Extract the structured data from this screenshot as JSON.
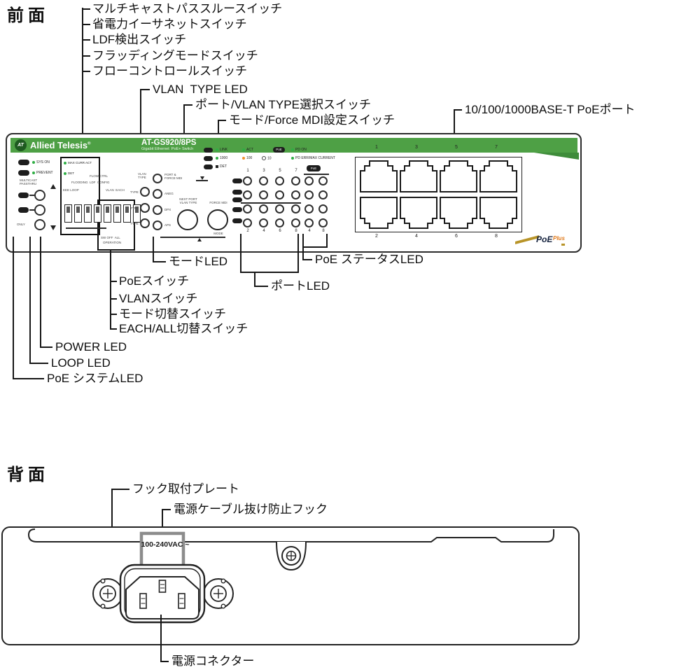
{
  "front": {
    "title": "前面",
    "callouts": {
      "top_switches": [
        "マルチキャストパススルースイッチ",
        "省電力イーサネットスイッチ",
        "LDF検出スイッチ",
        "フラッディングモードスイッチ",
        "フローコントロールスイッチ"
      ],
      "vlan_type_led": "VLAN  TYPE LED",
      "port_vlan_select": "ポート/VLAN TYPE選択スイッチ",
      "mode_force_mdi": "モード/Force MDI設定スイッチ",
      "poe_ports": "10/100/1000BASE-T PoEポート",
      "mode_led": "モードLED",
      "port_led": "ポートLED",
      "poe_status_led": "PoE ステータスLED",
      "switch_group": [
        "PoEスイッチ",
        "VLANスイッチ",
        "モード切替スイッチ",
        "EACH/ALL切替スイッチ"
      ],
      "power_led": "POWER LED",
      "loop_led": "LOOP LED",
      "poe_system_led": "PoE システムLED"
    },
    "device": {
      "brand": "Allied Telesis",
      "brand_reg": "®",
      "brand_mark": "AT",
      "model": "AT-GS920/8PS",
      "model_sub": "Gigabit Ethernet  PoE+ Switch",
      "left": {
        "sys": "SYS ON",
        "prevent": "PREVENT",
        "multi1": "MULTICAST",
        "multi2": "PASSTHRU",
        "only": "ONLY"
      },
      "panel_legend": {
        "max_curr": "MAX CURR ACT",
        "det_row": "DET"
      },
      "dip": {
        "flow": "FLOW CTRL",
        "row": "FLOODING  LDF  CONFIG",
        "eee": "EEE LOOP",
        "vlan_each": "VLAN  EACH",
        "sw_off": "SW OFF  ALL",
        "operation": "OPERATION"
      },
      "vlan_col": {
        "l1": "VLAN",
        "l2": "TYPE",
        "row": "TYPE"
      },
      "mode_col": {
        "l1": "PORT &",
        "l2": "FORCE MDI",
        "rows": [
          "ANEG",
          "DPX",
          "APS"
        ]
      },
      "buttons": {
        "b1l1": "NEXT PORT",
        "b1l2": "VLAN TYPE",
        "b2": "FORCE MDI",
        "mode": "MODE"
      },
      "legend": {
        "link": "LINK",
        "act": "ACT",
        "s1000": "1000",
        "s100": "100",
        "s10": "10",
        "det": "DET",
        "poe": "PoE",
        "pd_on": "PD ON",
        "pd_err": "PD ERR/MAX CURRENT"
      },
      "odd_ports": [
        "1",
        "3",
        "5",
        "7"
      ],
      "even_ports": [
        "2",
        "4",
        "6",
        "8"
      ],
      "poe_grid": {
        "badge": "PoE",
        "n_left": "4",
        "n_right": "8"
      },
      "poe_plus": {
        "poe": "PoE",
        "plus": "Plus"
      }
    }
  },
  "rear": {
    "title": "背面",
    "callouts": {
      "hook_plate": "フック取付プレート",
      "cable_hook": "電源ケーブル抜け防止フック",
      "power_connector": "電源コネクター"
    },
    "voltage": "100-240VAC ~"
  }
}
